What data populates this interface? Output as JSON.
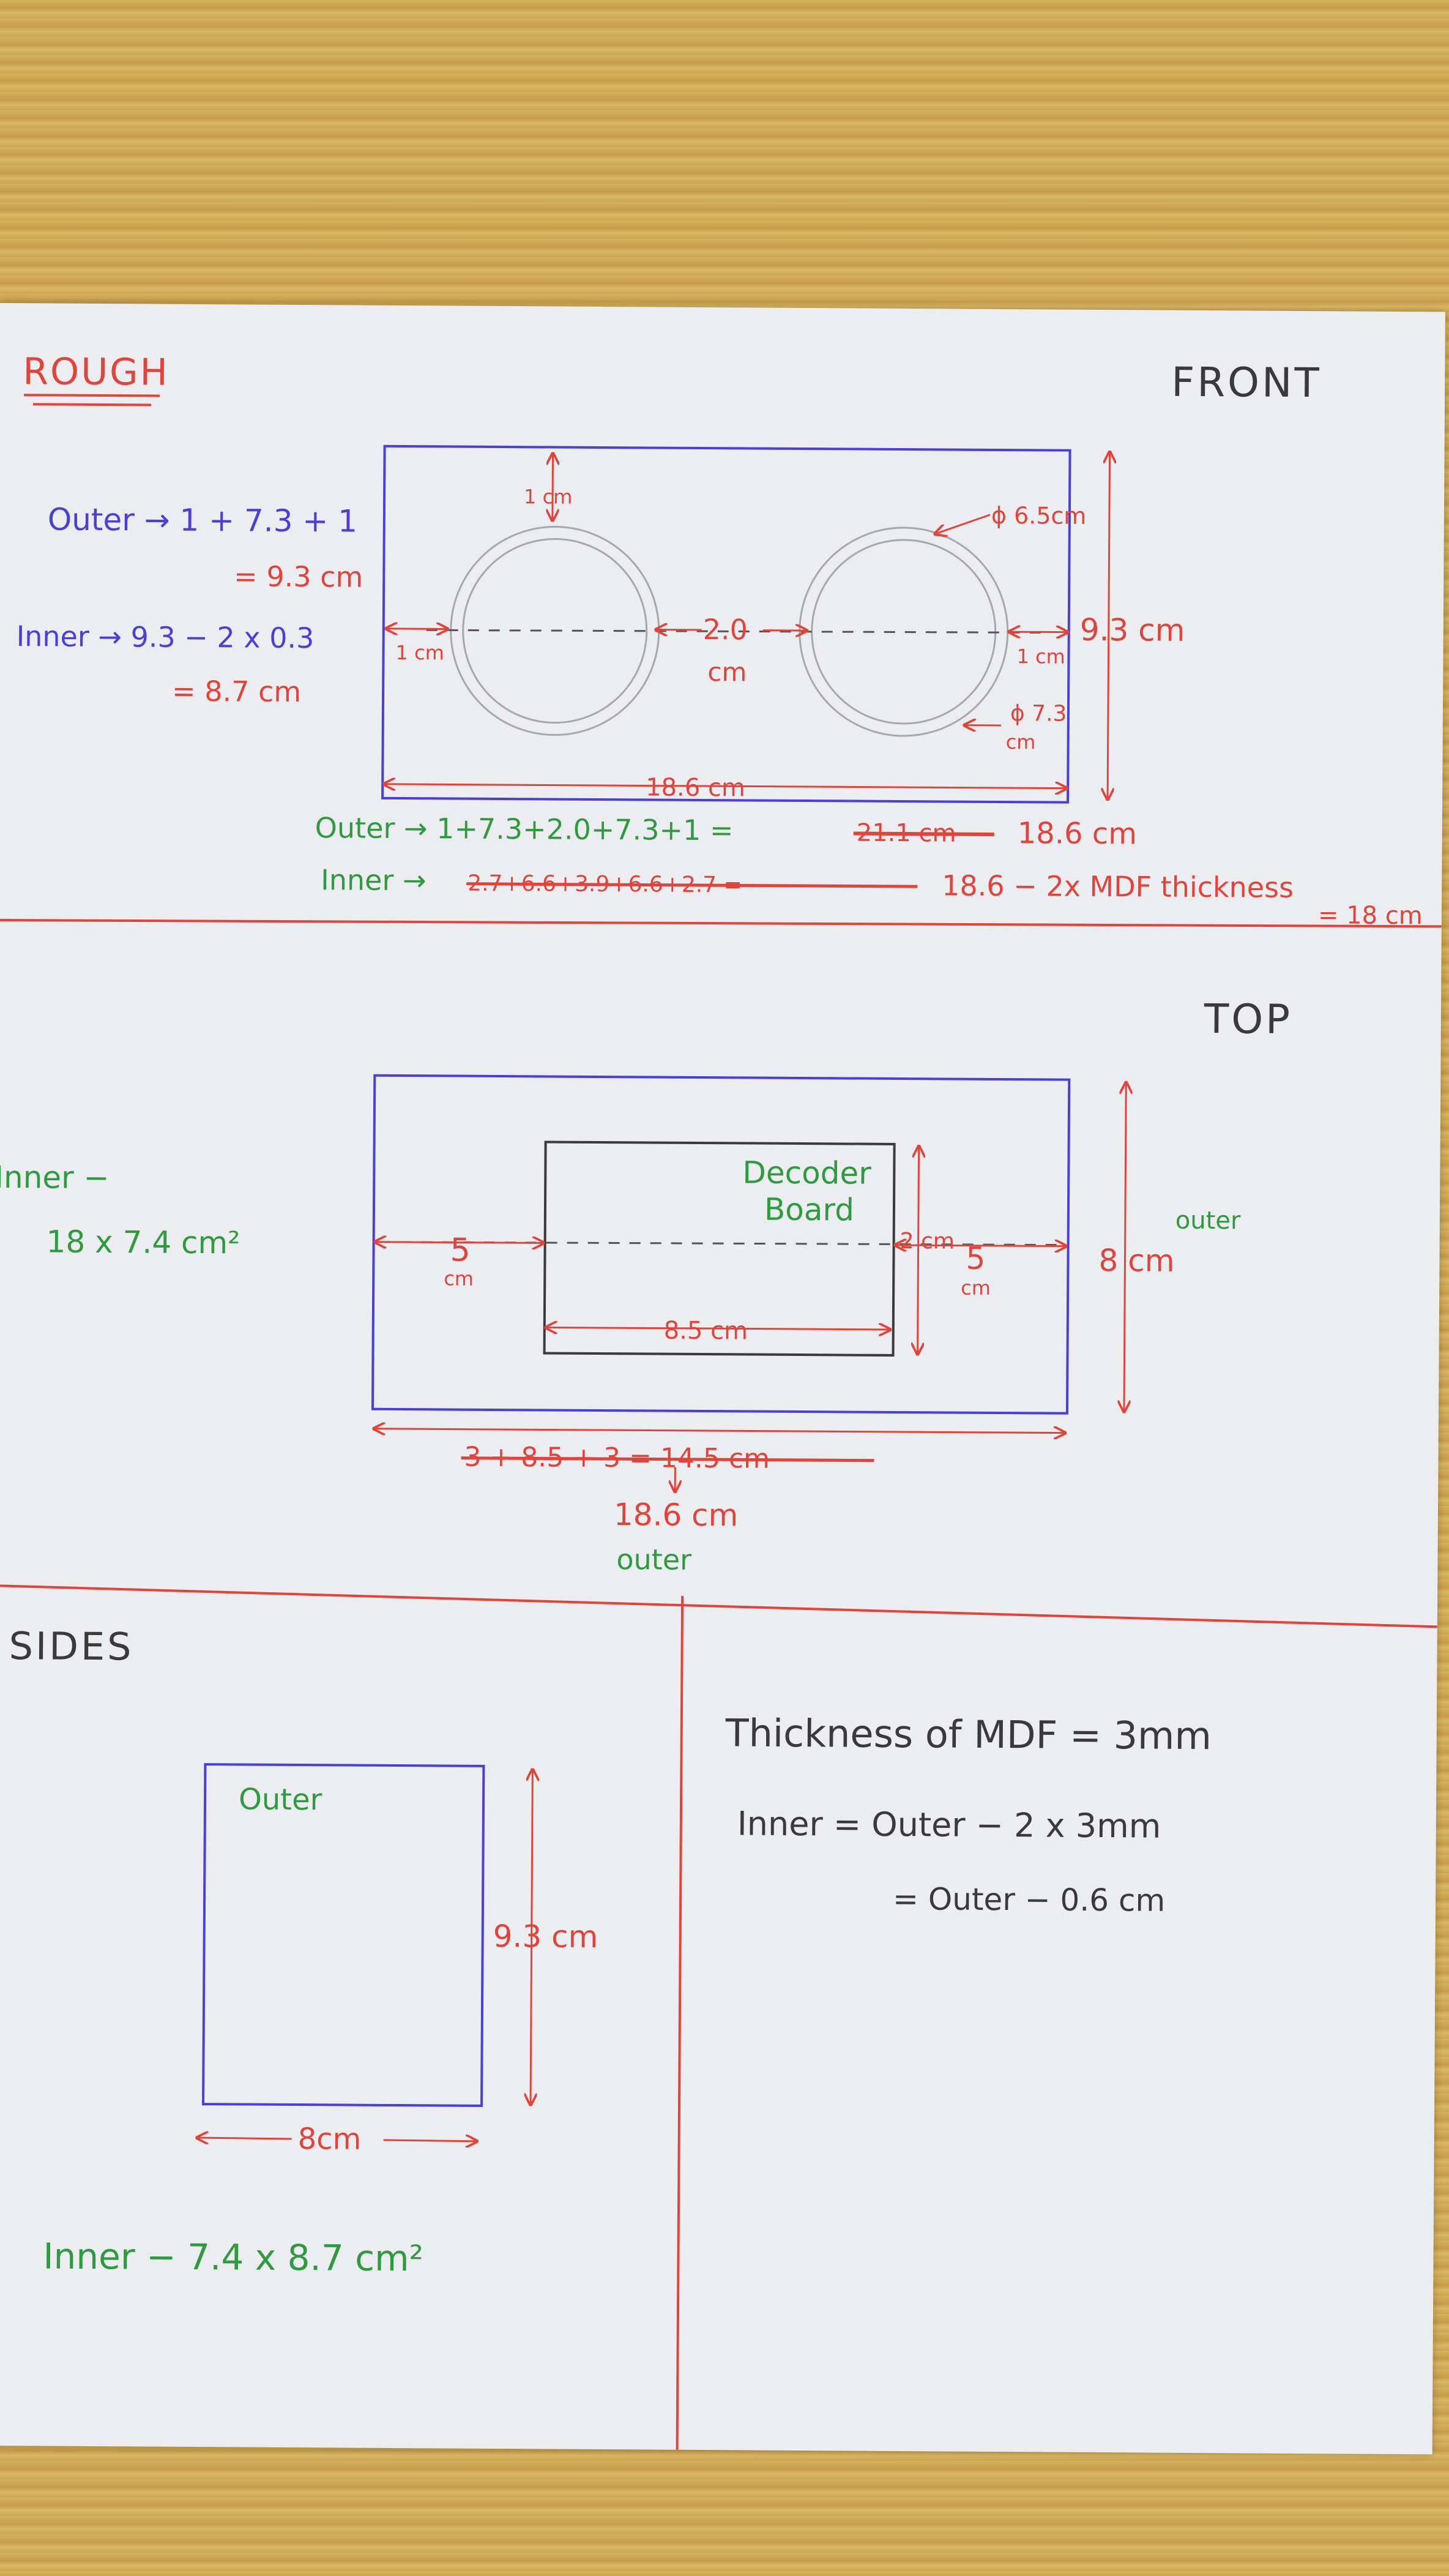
{
  "colors": {
    "paper": "#ecedf1",
    "red": "#e0453c",
    "blue": "#4a3fd6",
    "green": "#2f9a3f",
    "dark": "#3a3a3a",
    "pencil": "#9a9a9a"
  },
  "header": {
    "rough": "ROUGH"
  },
  "front": {
    "title": "FRONT",
    "outer_calc_1": "Outer → 1 + 7.3 + 1",
    "outer_calc_2": "= 9.3 cm",
    "inner_calc_1": "Inner → 9.3 − 2 x 0.3",
    "inner_calc_2": "= 8.7 cm",
    "top_gap": "1 cm",
    "left_gap": "1 cm",
    "right_gap": "1 cm",
    "mid_gap": "2.0",
    "mid_gap_unit": "cm",
    "dia_outer": "ϕ 6.5cm",
    "dia_inner": "ϕ 7.3",
    "dia_inner_unit": "cm",
    "height": "9.3 cm",
    "width": "18.6 cm",
    "outer_width_calc": "Outer → 1+7.3+2.0+7.3+1 =",
    "outer_width_struck": "21.1 cm",
    "outer_width_result": "18.6 cm",
    "inner_width_label": "Inner →",
    "inner_width_struck": "2.7+6.6+3.9+6.6+2.7 =",
    "inner_width_calc": "18.6 − 2x MDF thickness",
    "inner_width_result": "= 18 cm"
  },
  "top": {
    "title": "TOP",
    "inner_label": "Inner −",
    "inner_dims": "18 x 7.4 cm²",
    "decoder_1": "Decoder",
    "decoder_2": "Board",
    "left_gap": "5",
    "left_gap_unit": "cm",
    "board_height": "2 cm",
    "right_gap": "5",
    "right_gap_unit": "cm",
    "board_width": "8.5 cm",
    "depth": "8 cm",
    "outer_label": "outer",
    "struck_calc": "3 + 8.5 + 3 = 14.5 cm",
    "width_result": "18.6 cm",
    "width_outer": "outer"
  },
  "sides": {
    "title": "SIDES",
    "outer_label": "Outer",
    "height": "9.3 cm",
    "width": "8cm",
    "inner_dims": "Inner − 7.4 x 8.7 cm²"
  },
  "notes": {
    "thickness": "Thickness of MDF = 3mm",
    "inner_formula": "Inner = Outer − 2 x 3mm",
    "inner_result": "= Outer − 0.6 cm"
  }
}
